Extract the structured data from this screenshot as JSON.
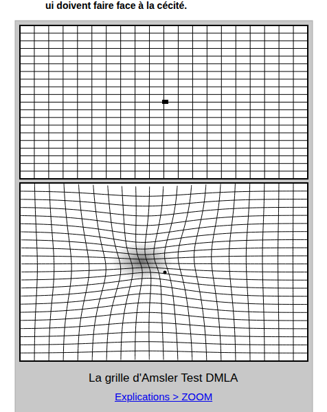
{
  "diagram": {
    "caption": "La grille d'Amsler Test DMLA",
    "labels": [
      "ui doivent faire face à la cécité.",
      "Explications > ZOOM"
    ]
  }
}
